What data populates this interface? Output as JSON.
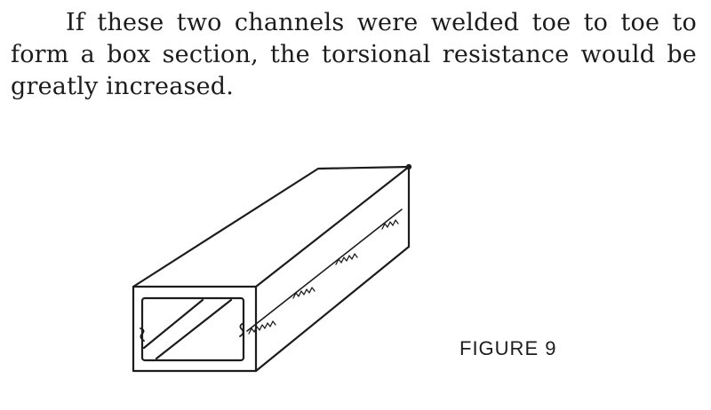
{
  "paragraph": {
    "line1": "If these two channels were welded toe to toe to",
    "line2": "form a box section, the torsional resistance would be",
    "line3": "greatly increased."
  },
  "figure": {
    "caption": "FIGURE 9",
    "icon": "welded-box-section-illustration"
  }
}
